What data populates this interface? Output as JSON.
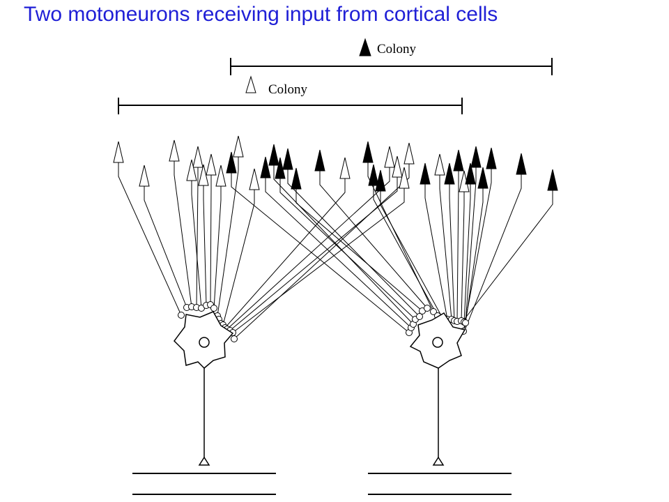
{
  "title": "Two motoneurons receiving input from cortical cells",
  "colonies": [
    {
      "label": "Colony",
      "marker": "filled-triangle"
    },
    {
      "label": "Colony",
      "marker": "open-triangle"
    }
  ],
  "colors": {
    "title": "#1f1fd6",
    "line": "#000000",
    "background": "#ffffff"
  }
}
